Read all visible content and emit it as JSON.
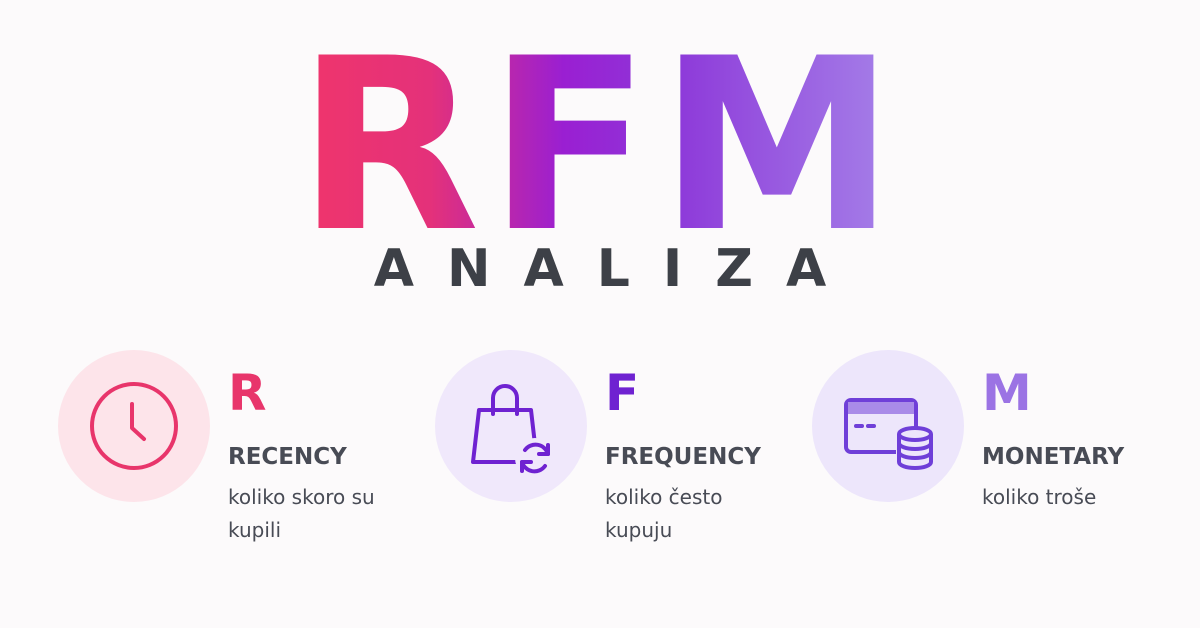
{
  "header": {
    "title": "RFM",
    "subtitle": "ANALIZA"
  },
  "items": [
    {
      "letter": "R",
      "name": "RECENCY",
      "description": "koliko skoro su kupili",
      "icon": "clock-icon",
      "color": "#e8356b",
      "bg": "#fde4ea"
    },
    {
      "letter": "F",
      "name": "FREQUENCY",
      "description": "koliko često kupuju",
      "icon": "shopping-bag-refresh-icon",
      "color": "#6f22d1",
      "bg": "#f0e8fb"
    },
    {
      "letter": "M",
      "name": "MONETARY",
      "description": "koliko troše",
      "icon": "card-coins-icon",
      "color": "#9b73e4",
      "bg": "#ede6fb"
    }
  ]
}
